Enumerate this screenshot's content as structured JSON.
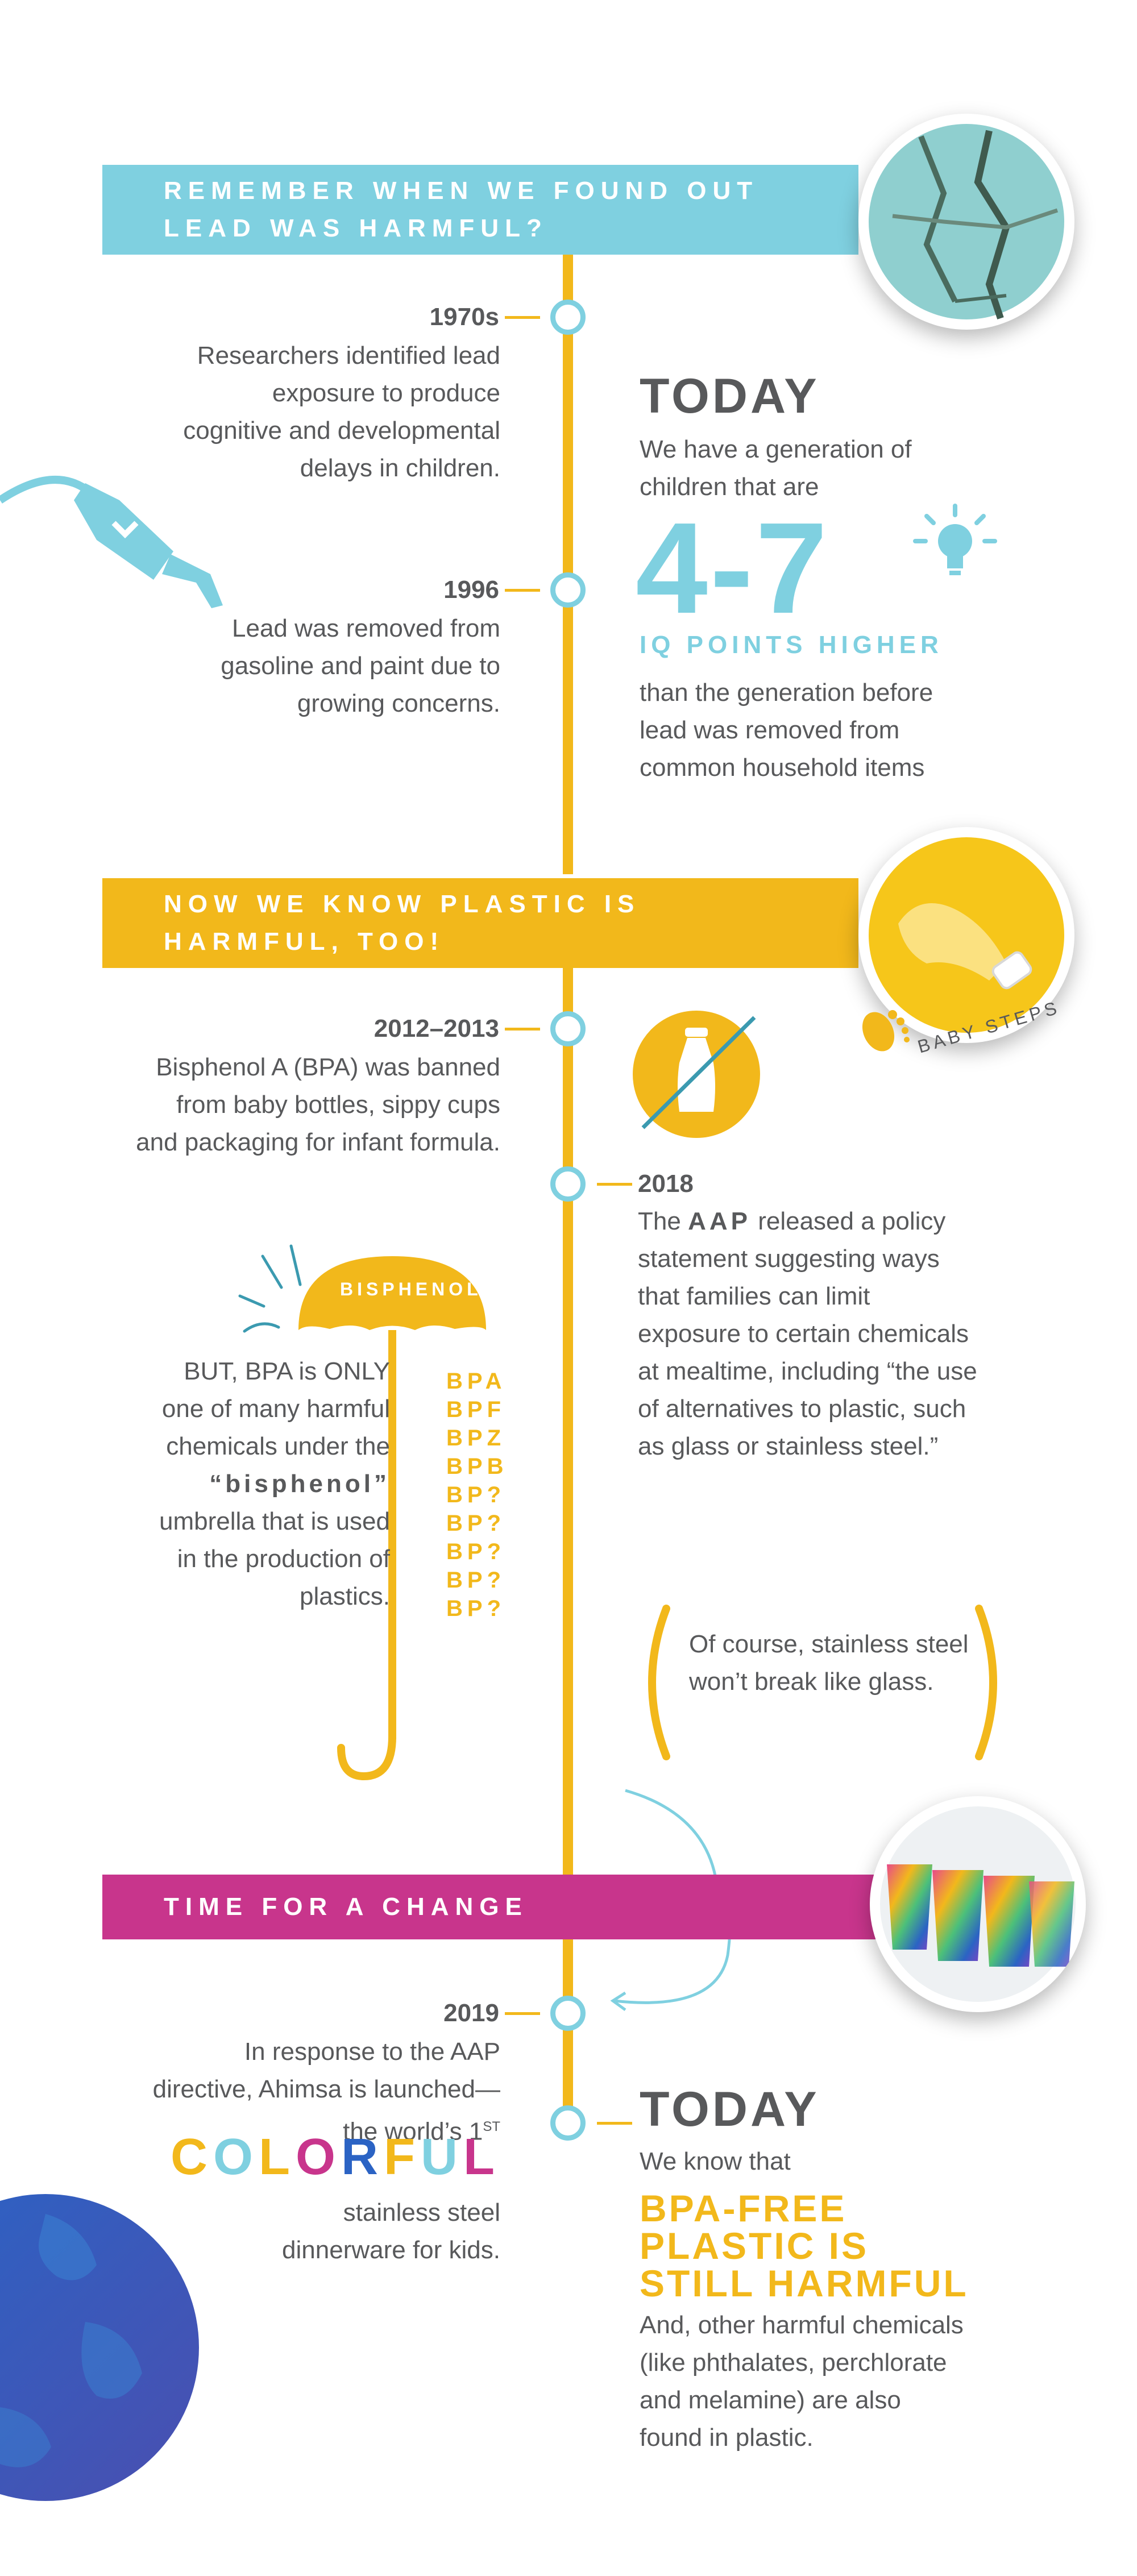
{
  "colors": {
    "cyan": "#7fd0e0",
    "yellow": "#f2b81b",
    "magenta": "#c8358c",
    "gray": "#58595b",
    "blue": "#2b63c4"
  },
  "section1": {
    "banner": "REMEMBER WHEN WE FOUND OUT\nLEAD WAS HARMFUL?",
    "e1970_year": "1970s",
    "e1970_text": "Researchers identified lead exposure to produce cognitive and developmental delays in children.",
    "e1996_year": "1996",
    "e1996_text": "Lead was removed from gasoline and paint due to growing concerns.",
    "today_title": "TODAY",
    "today_intro": "We have a generation of children that are",
    "big_number": "4-7",
    "iq_label": "IQ POINTS HIGHER",
    "today_outro": "than the generation before lead was removed from common household items"
  },
  "section2": {
    "banner": "NOW WE KNOW PLASTIC IS\nHARMFUL, TOO!",
    "baby_steps": "BABY STEPS",
    "e2012_year": "2012–2013",
    "e2012_text": "Bisphenol A (BPA) was banned from baby bottles, sippy cups and packaging for infant formula.",
    "e2018_year": "2018",
    "e2018_pre": "The",
    "e2018_aap": "AAP",
    "e2018_text": "released a policy statement suggesting ways that families can limit exposure to certain chemicals at mealtime, including “the use of alternatives to plastic, such as glass or stainless steel.”",
    "umbrella_label": "BISPHENOLS",
    "but_pre": "BUT, BPA is ONLY one of many harmful chemicals under the",
    "but_bold": "“bisphenol”",
    "but_post": "umbrella that is used in the production of plastics.",
    "bpa_list": [
      "BPA",
      "BPF",
      "BPZ",
      "BPB",
      "BP?",
      "BP?",
      "BP?",
      "BP?",
      "BP?"
    ],
    "aside": "Of course, stainless steel won’t break like glass."
  },
  "section3": {
    "banner": "TIME FOR A CHANGE",
    "e2019_year": "2019",
    "e2019_text": "In response to the AAP directive, Ahimsa is launched—the world’s 1",
    "e2019_sup": "ST",
    "colorful_letters": [
      {
        "ch": "C",
        "color": "#f2b81b"
      },
      {
        "ch": "O",
        "color": "#7fd0e0"
      },
      {
        "ch": "L",
        "color": "#f2b81b"
      },
      {
        "ch": "O",
        "color": "#c8358c"
      },
      {
        "ch": "R",
        "color": "#2b63c4"
      },
      {
        "ch": "F",
        "color": "#f2b81b"
      },
      {
        "ch": "U",
        "color": "#7fd0e0"
      },
      {
        "ch": "L",
        "color": "#c8358c"
      }
    ],
    "e2019_text2": "stainless steel dinnerware for kids.",
    "today_title": "TODAY",
    "today_intro": "We know that",
    "highlight": "BPA-FREE\nPLASTIC IS\nSTILL HARMFUL",
    "today_outro": "And, other harmful chemicals (like phthalates, perchlorate and melamine) are also found in plastic."
  }
}
